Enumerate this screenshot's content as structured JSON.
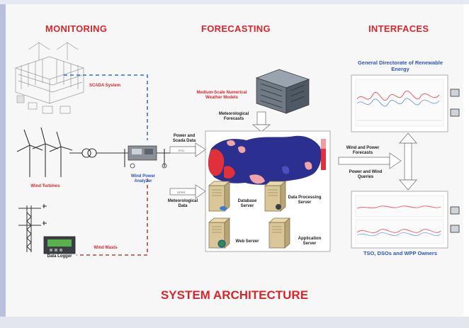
{
  "sections": {
    "monitoring": "MONITORING",
    "forecasting": "FORECASTING",
    "interfaces": "INTERFACES"
  },
  "monitoring": {
    "scada": "SCADA System",
    "turbines": "Wind Turbines",
    "analyzer": "Wind Power Analyzer",
    "masts": "Wind Masts",
    "logger": "Data Logger"
  },
  "forecasting": {
    "nwp": "Medium-Scale Numerical Weather Models",
    "meteo_forecasts": "Meteorological Forecasts",
    "power_scada": "Power and Scada Data",
    "meteo_data": "Meteorological Data",
    "db_server": "Database Server",
    "dp_server": "Data Processing Server",
    "web_server": "Web Server",
    "app_server": "Application Server"
  },
  "interfaces": {
    "gdre": "General Directorate of Renewable Energy",
    "forecasts": "Wind and Power Forecasts",
    "queries": "Power and Wind Queries",
    "owners": "TSO, DSOs and WPP Owners"
  },
  "title": "SYSTEM ARCHITECTURE",
  "colors": {
    "heading_red": "#d7262b",
    "interface_blue": "#2a57b8",
    "map_blue": "#2b2f8f",
    "map_red": "#e0303a",
    "dashed_blue": "#3a6fd0",
    "dashed_red": "#b8443a"
  }
}
